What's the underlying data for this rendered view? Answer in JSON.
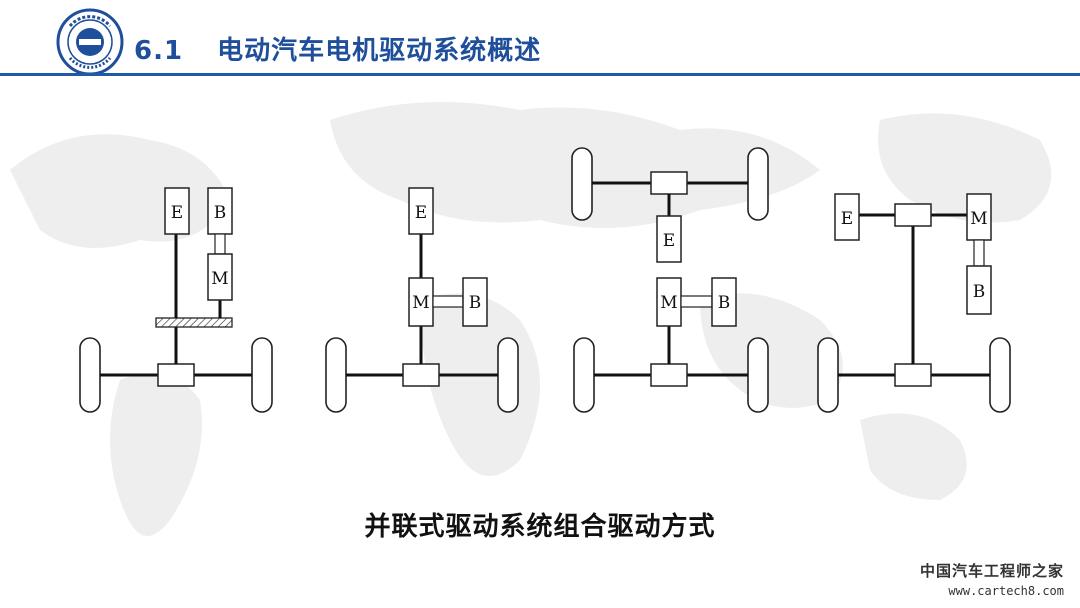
{
  "header": {
    "section_number": "6.1",
    "section_title": "电动汽车电机驱动系统概述"
  },
  "diagram": {
    "caption": "并联式驱动系统组合驱动方式",
    "label_engine": "E",
    "label_battery": "B",
    "label_motor": "M"
  },
  "watermark": {
    "line1": "中国汽车工程师之家",
    "line2": "www.cartech8.com"
  },
  "colors": {
    "title": "#1f4e9b",
    "rule": "#1f5aa6"
  }
}
